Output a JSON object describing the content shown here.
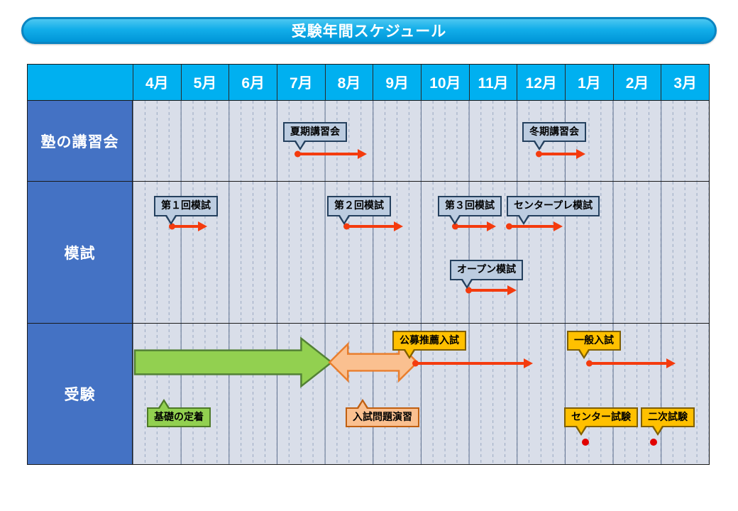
{
  "title": "受験年間スケジュール",
  "months": [
    "4月",
    "5月",
    "6月",
    "7月",
    "8月",
    "9月",
    "10月",
    "11月",
    "12月",
    "1月",
    "2月",
    "3月"
  ],
  "rows": [
    {
      "label": "塾の講習会"
    },
    {
      "label": "模試"
    },
    {
      "label": "受験"
    }
  ],
  "events": {
    "summer_seminar": "夏期講習会",
    "winter_seminar": "冬期講習会",
    "mock_1": "第１回模試",
    "mock_2": "第２回模試",
    "mock_3": "第３回模試",
    "center_pre_mock": "センタープレ模試",
    "open_mock": "オープン模試",
    "kobo_suisen": "公募推薦入試",
    "ippan_nyushi": "一般入試",
    "kiso_no_teichaku": "基礎の定着",
    "nyushi_mondai_enshu": "入試問題演習",
    "center_shiken": "センター試験",
    "niji_shiken": "二次試験"
  },
  "colors": {
    "header_cyan": "#00B0F0",
    "label_blue": "#4472C4",
    "body_grey": "#D9DEE9",
    "arrow_red": "#F43B0E",
    "block_green": "#92D050",
    "block_orange": "#FAC090",
    "callout_yellow": "#FFC000",
    "callout_blue": "#BCCCE0"
  }
}
